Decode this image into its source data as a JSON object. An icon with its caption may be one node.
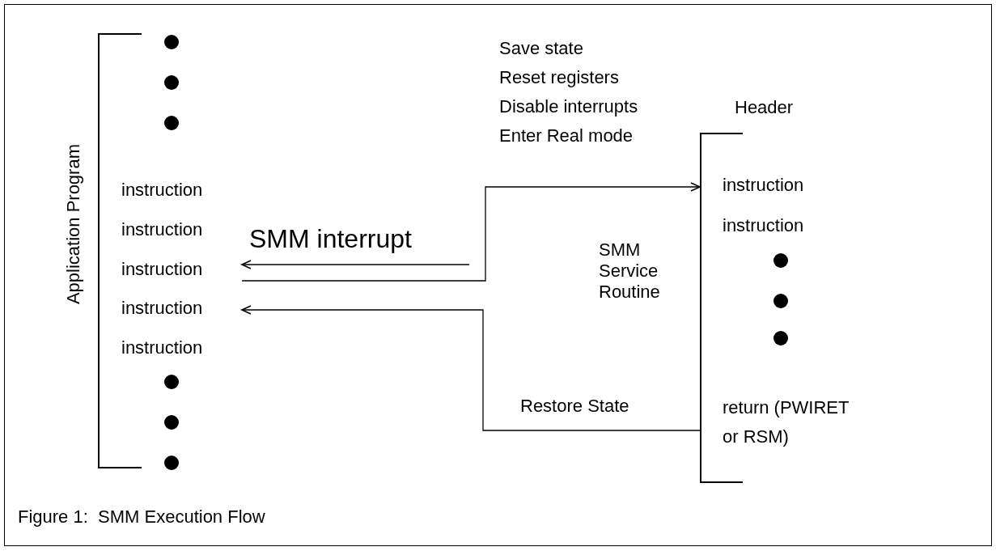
{
  "diagram": {
    "caption": "Figure 1:  SMM Execution Flow",
    "nodes": [
      {
        "text": [
          "Application Program"
        ]
      },
      {
        "text": [
          "instruction"
        ],
        "in": 0
      },
      {
        "text": [
          "instruction"
        ],
        "in": 0
      },
      {
        "text": [
          "instruction"
        ],
        "in": 0
      },
      {
        "text": [
          "instruction"
        ],
        "in": 0
      },
      {
        "text": [
          "instruction"
        ],
        "in": 0
      },
      {
        "text": [
          "SMM Service Routine"
        ],
        "beside": [
          "Header"
        ]
      },
      {
        "text": [
          "instruction"
        ],
        "in": 6
      },
      {
        "text": [
          "instruction"
        ],
        "in": 6
      },
      {
        "text": [
          "return (PWIRET or RSM)"
        ]
      }
    ],
    "edges": [
      {
        "from": null,
        "to": 3,
        "arrow": "to",
        "label": "SMM interrupt"
      },
      {
        "from": 3,
        "to": 7,
        "arrow": "to"
      },
      {
        "from": 9,
        "to": 4,
        "arrow": "to",
        "label": "Restore State"
      }
    ],
    "labels": [
      "Save state",
      "Reset registers",
      "Disable interrupts",
      "Enter Real mode"
    ]
  }
}
